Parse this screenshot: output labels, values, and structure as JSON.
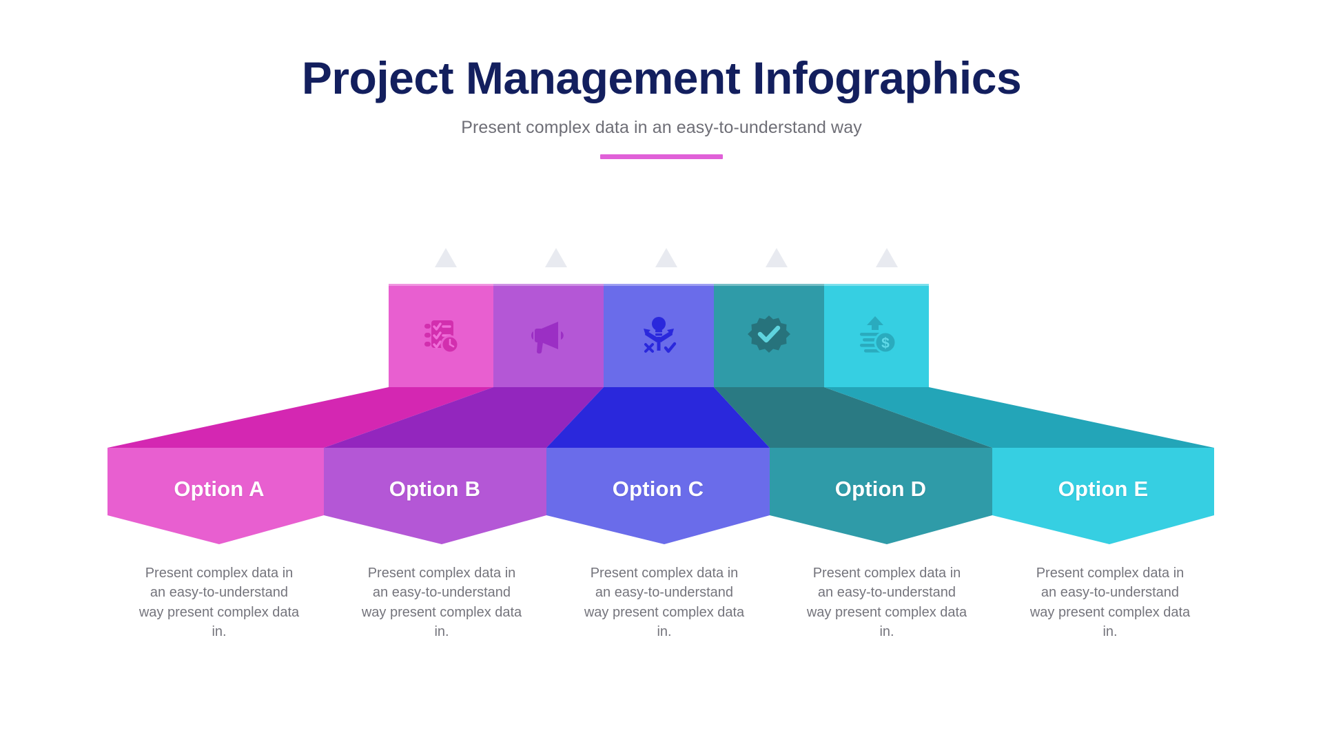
{
  "header": {
    "title": "Project Management Infographics",
    "subtitle": "Present complex data in an easy-to-understand way",
    "divider_color": "#E060D8",
    "title_color": "#131F5E",
    "subtitle_color": "#6E6E76"
  },
  "chart_data": {
    "type": "diagram",
    "subtype": "5-step hexagon funnel infographic",
    "title": "Project Management Infographics",
    "subtitle": "Present complex data in an easy-to-understand way",
    "step_count": 5,
    "categories": [
      "Option A",
      "Option B",
      "Option C",
      "Option D",
      "Option E"
    ],
    "values": [
      1,
      2,
      3,
      4,
      5
    ],
    "legend_position": "none",
    "grid": false
  },
  "steps": [
    {
      "label": "Option A",
      "description": "Present complex data in an easy-to-understand way present complex data in.",
      "icon": "checklist-clock-icon",
      "color_light": "#E85FD0",
      "color_mid": "#E342C0",
      "color_dark": "#D427B2",
      "icon_tint": "#D22FAE"
    },
    {
      "label": "Option B",
      "description": "Present complex data in an easy-to-understand way present complex data in.",
      "icon": "megaphone-icon",
      "color_light": "#B457D6",
      "color_mid": "#A33FCB",
      "color_dark": "#9326BE",
      "icon_tint": "#9B2FC4"
    },
    {
      "label": "Option C",
      "description": "Present complex data in an easy-to-understand way present complex data in.",
      "icon": "strategy-decision-icon",
      "color_light": "#6A6CEA",
      "color_mid": "#4A4BE3",
      "color_dark": "#2A28DC",
      "icon_tint": "#2A28DC"
    },
    {
      "label": "Option D",
      "description": "Present complex data in an easy-to-understand way present complex data in.",
      "icon": "verified-badge-icon",
      "color_light": "#2F9BA8",
      "color_mid": "#2C8B96",
      "color_dark": "#2A7A83",
      "icon_tint": "#27737C"
    },
    {
      "label": "Option E",
      "description": "Present complex data in an easy-to-understand way present complex data in.",
      "icon": "money-growth-icon",
      "color_light": "#36CFE2",
      "color_mid": "#2BB6C9",
      "color_dark": "#23A5B8",
      "icon_tint": "#2AABBE"
    }
  ],
  "markers": {
    "name": "triangle-marker",
    "color": "#E8EAF0",
    "count": 5
  }
}
